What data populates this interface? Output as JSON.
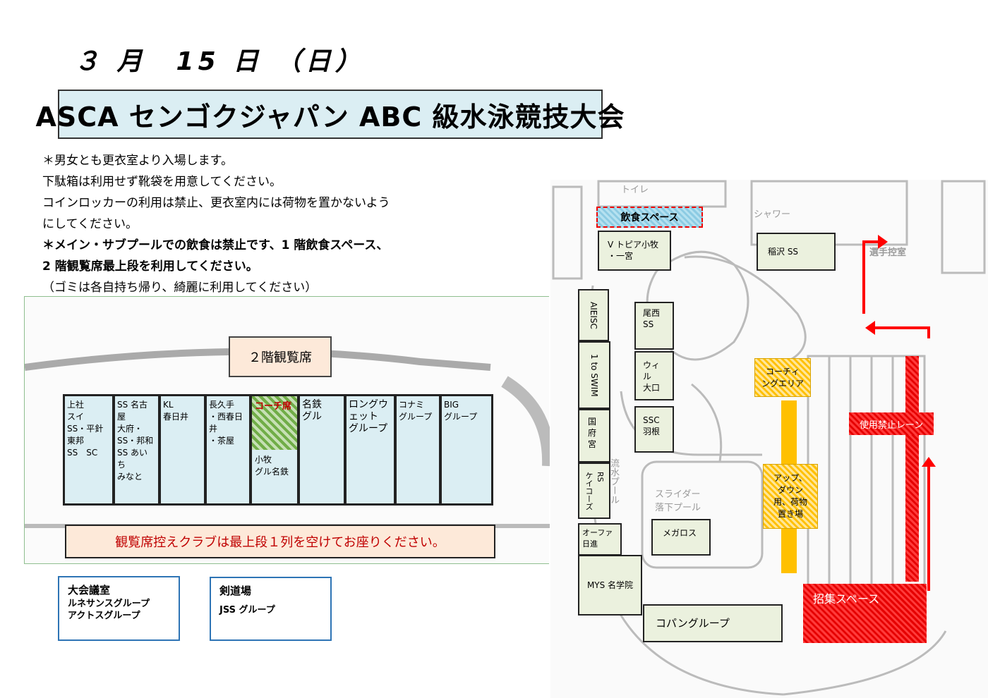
{
  "date": "３ 月　15 日 （日）",
  "title": "ASCA センゴクジャパン ABC 級水泳競技大会",
  "notes": [
    "＊男女とも更衣室より入場します。",
    "下駄箱は利用せず靴袋を用意してください。",
    "コインロッカーの利用は禁止、更衣室内には荷物を置かないよう",
    "にしてください。",
    "＊メイン・サブプールでの飲食は禁止です、1 階飲食スペース、",
    "2 階観覧席最上段を利用してください。",
    "（ゴミは各自持ち帰り、綺麗に利用してください）"
  ],
  "gallery": {
    "label": "２階観覧席",
    "notice": "観覧席控えクラブは最上段１列を空けてお座りください。",
    "blocks": [
      "上社\nスイ\nSS・平針\n東邦\nSS　SC",
      "SS 名古屋\n大府・\nSS・邦和\nSS あいち\nみなと",
      "KL\n春日井",
      "長久手\n・西春日井\n・茶屋",
      "コーチ席\n小牧\nグル名鉄",
      "名鉄\nグル",
      "ロングウェット\nグループ",
      "コナミ\nグループ",
      "BIG\nグループ"
    ],
    "coach": "コーチ席"
  },
  "rooms": [
    {
      "title": "大会議室",
      "lines": [
        "ルネサンスグループ",
        "アクトスグループ"
      ]
    },
    {
      "title": "剣道場",
      "lines": [
        "JSS グループ"
      ]
    }
  ],
  "plan": {
    "food_space": "飲食スペース",
    "shower": "シャワー",
    "restroom": "トイレ",
    "athlete_room": "選手控室",
    "groups": {
      "vtopia": "V トピア小牧\n・一宮",
      "inazawa": "稲沢 SS",
      "aieisc": "AIEISC",
      "oniswim": "1 to SWIM",
      "bisai": "尾西\nSS",
      "will": "ウィル\n大口",
      "kokufu": "国府宮",
      "ssc_hane": "SSC\n羽根",
      "rs_keizu": "RS\nケイコーズ",
      "ofa": "オーファ\n日進",
      "megaloss": "メガロス",
      "mys": "MYS 名学院",
      "copan": "コパングループ"
    },
    "coaching_area": "コーチィ\nングエリア",
    "updown": "アップ、\nダウン\n用、荷物\n置き場",
    "banned_lane": "使用禁止レーン",
    "call_space": "招集スペース",
    "slider_pool": "スライダー\n落下プール",
    "main_pool": "流水プール",
    "colors": {
      "arrow": "#ff0000",
      "group_fill": "#ebf1de",
      "gallery_fill": "#dbeef3"
    }
  }
}
